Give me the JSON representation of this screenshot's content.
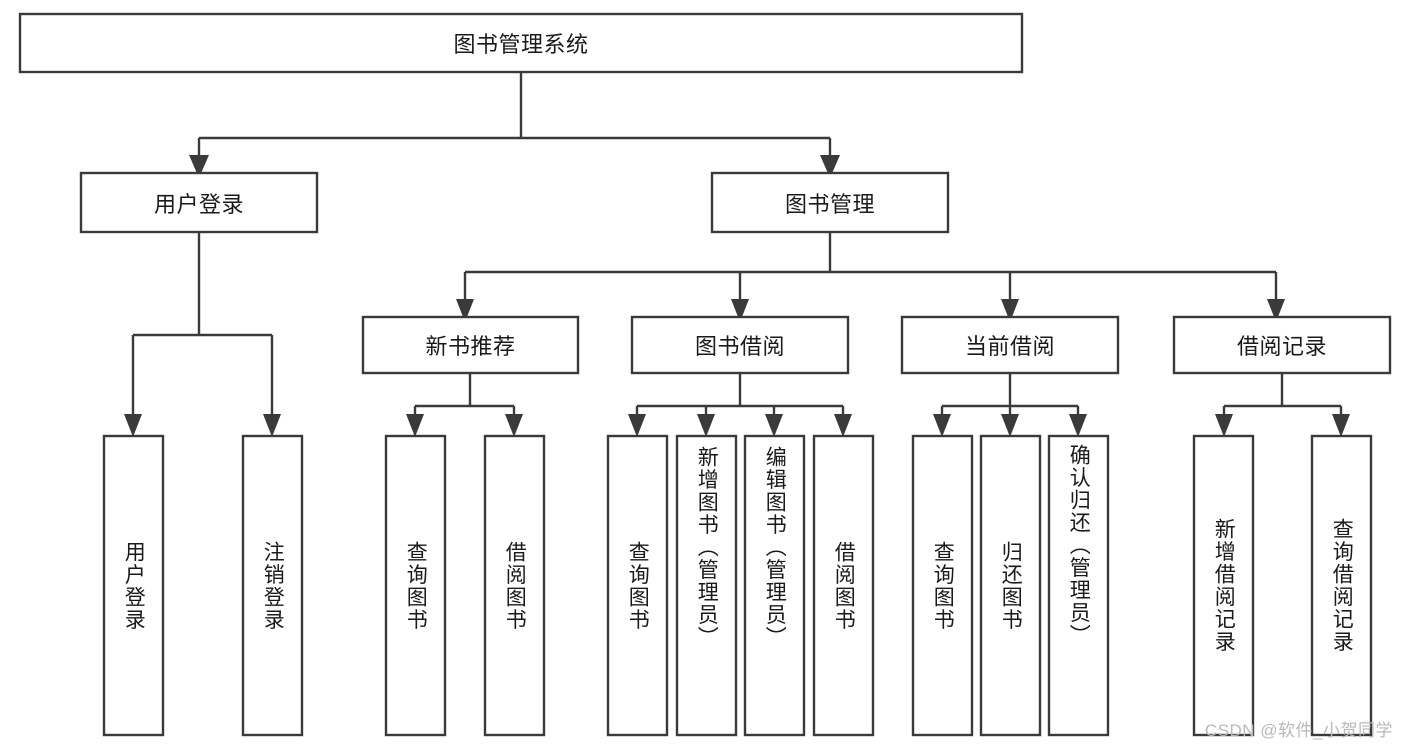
{
  "diagram": {
    "type": "tree",
    "title": "图书管理系统",
    "orientation": "top-down",
    "colors": {
      "stroke": "#3a3a3a",
      "fill": "#ffffff",
      "text": "#1a1a1a",
      "watermark": "#b9b9b9",
      "background": "#ffffff"
    },
    "root": {
      "label": "图书管理系统",
      "level": 0
    },
    "level1": [
      {
        "label": "用户登录"
      },
      {
        "label": "图书管理"
      }
    ],
    "level2": [
      {
        "label": "新书推荐"
      },
      {
        "label": "图书借阅"
      },
      {
        "label": "当前借阅"
      },
      {
        "label": "借阅记录"
      }
    ],
    "leaves": {
      "user_login": [
        {
          "label": "用户登录"
        },
        {
          "label": "注销登录"
        }
      ],
      "new_book_recommend": [
        {
          "label": "查询图书"
        },
        {
          "label": "借阅图书"
        }
      ],
      "book_borrow": [
        {
          "label": "查询图书"
        },
        {
          "label": "新增图书（管理员）"
        },
        {
          "label": "编辑图书（管理员）"
        },
        {
          "label": "借阅图书"
        }
      ],
      "current_borrow": [
        {
          "label": "查询图书"
        },
        {
          "label": "归还图书"
        },
        {
          "label": "确认归还（管理员）"
        }
      ],
      "borrow_record": [
        {
          "label": "新增借阅记录"
        },
        {
          "label": "查询借阅记录"
        }
      ]
    }
  },
  "watermark": {
    "text": "CSDN @软件_小贺同学"
  }
}
